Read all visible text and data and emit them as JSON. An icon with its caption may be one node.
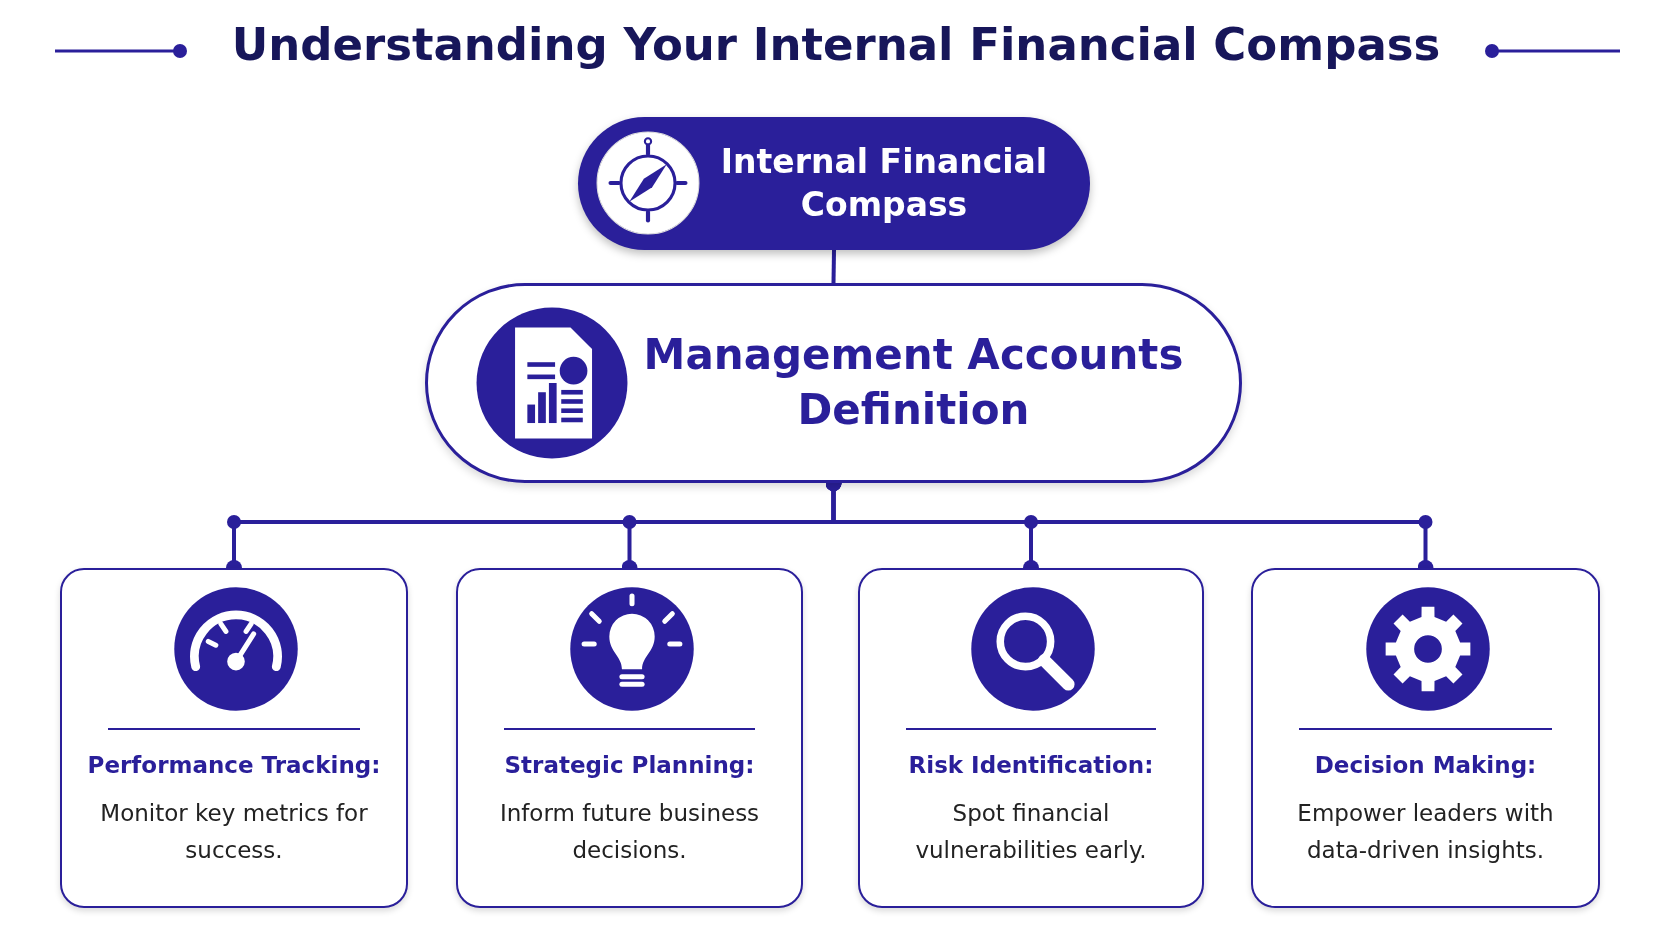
{
  "diagram": {
    "title": "Understanding Your Internal Financial Compass",
    "nodes": [
      {
        "text": [
          "Internal Financial Compass"
        ]
      },
      {
        "text": [
          "Management Accounts Definition"
        ]
      },
      {
        "text": [
          "Performance Tracking:",
          "Monitor key metrics for success."
        ]
      },
      {
        "text": [
          "Strategic Planning:",
          "Inform future business decisions."
        ]
      },
      {
        "text": [
          "Risk Identification:",
          "Spot financial vulnerabilities early."
        ]
      },
      {
        "text": [
          "Decision Making:",
          "Empower leaders with data-driven insights."
        ]
      }
    ],
    "edges": [
      {
        "from": 0,
        "to": 1,
        "arrow": "none"
      },
      {
        "from": 1,
        "to": 2,
        "arrow": "other"
      },
      {
        "from": 1,
        "to": 3,
        "arrow": "other"
      },
      {
        "from": 1,
        "to": 4,
        "arrow": "other"
      },
      {
        "from": 1,
        "to": 5,
        "arrow": "other"
      }
    ]
  }
}
